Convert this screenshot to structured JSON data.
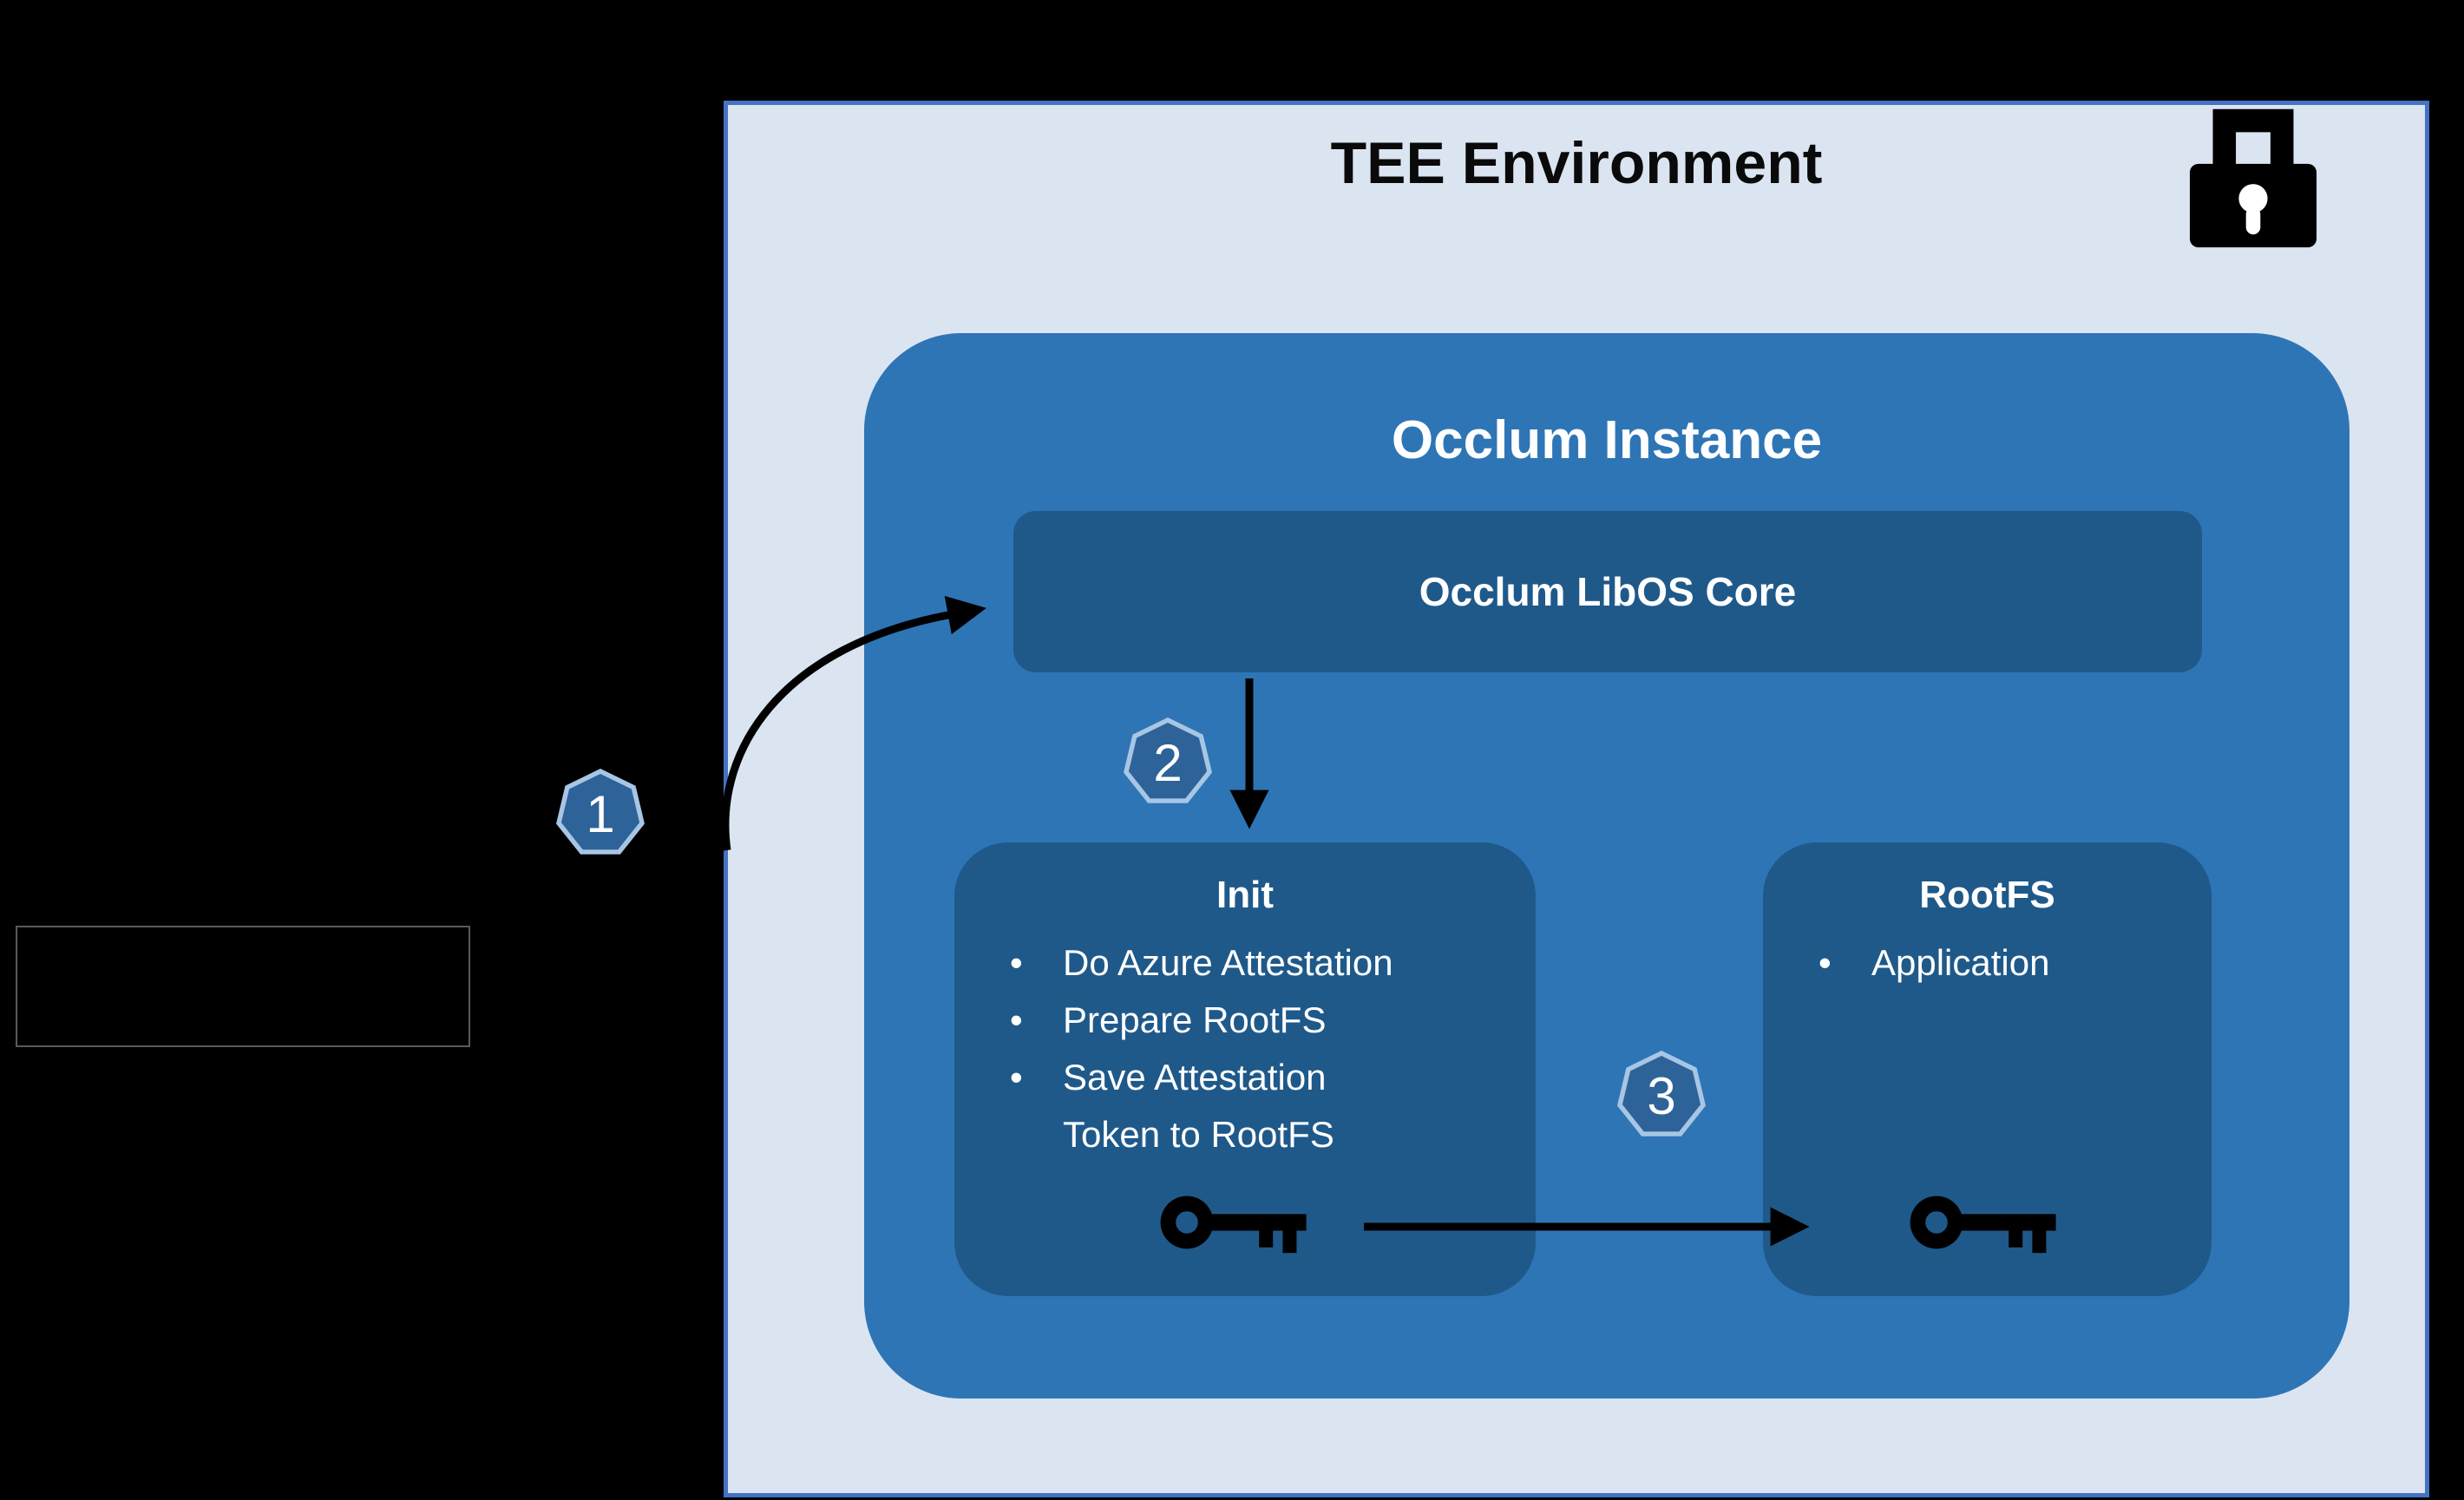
{
  "tee": {
    "title": "TEE Environment"
  },
  "occlum": {
    "title": "Occlum Instance"
  },
  "libos": {
    "label": "Occlum LibOS Core"
  },
  "init": {
    "title": "Init",
    "bullets": [
      "Do Azure Attestation",
      "Prepare RootFS",
      "Save Attestation Token to RootFS"
    ]
  },
  "rootfs": {
    "title": "RootFS",
    "bullets": [
      "Application"
    ]
  },
  "badges": [
    {
      "label": "1"
    },
    {
      "label": "2"
    },
    {
      "label": "3"
    }
  ],
  "icons": {
    "lock": "lock-icon",
    "init_key": "key-icon",
    "rootfs_key": "key-icon"
  },
  "colors": {
    "background": "#000000",
    "panel_bg": "#dbe5f1",
    "panel_border": "#4472c4",
    "instance_bg": "#2e75b6",
    "module_bg": "#1f598a",
    "badge_fill": "#2d6399",
    "badge_border": "#a8c6e4",
    "arrow": "#000000",
    "text_dark": "#000000",
    "text_light": "#ffffff",
    "outline_box_border": "#595959"
  }
}
